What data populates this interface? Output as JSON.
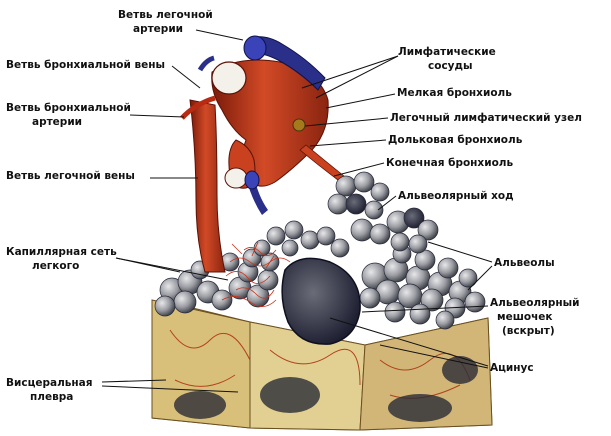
{
  "labels": {
    "pulm_artery_1": "Ветвь легочной",
    "pulm_artery_2": "артерии",
    "bronch_vein": "Ветвь бронхиальной вены",
    "bronch_artery_1": "Ветвь бронхиальной",
    "bronch_artery_2": "артерии",
    "pulm_vein": "Ветвь легочной вены",
    "capillary_1": "Капиллярная сеть",
    "capillary_2": "легкого",
    "visceral_1": "Висцеральная",
    "visceral_2": "плевра",
    "lymph_vessels_1": "Лимфатические",
    "lymph_vessels_2": "сосуды",
    "small_bronchiole": "Мелкая бронхиоль",
    "lymph_node": "Легочный лимфатический узел",
    "lobular_bronchiole": "Дольковая бронхиоль",
    "terminal_bronchiole": "Конечная бронхиоль",
    "alveolar_duct": "Альвеолярный ход",
    "alveoli": "Альвеолы",
    "alv_sac_1": "Альвеолярный",
    "alv_sac_2": "мешочек",
    "alv_sac_3": "(вскрыт)",
    "acinus": "Ацинус"
  },
  "colors": {
    "artery": "#c03a1c",
    "vein": "#2a2f8a",
    "alveolus": "#8d8f94",
    "tissue": "#d8c58e",
    "lymph": "#a57a1e"
  }
}
